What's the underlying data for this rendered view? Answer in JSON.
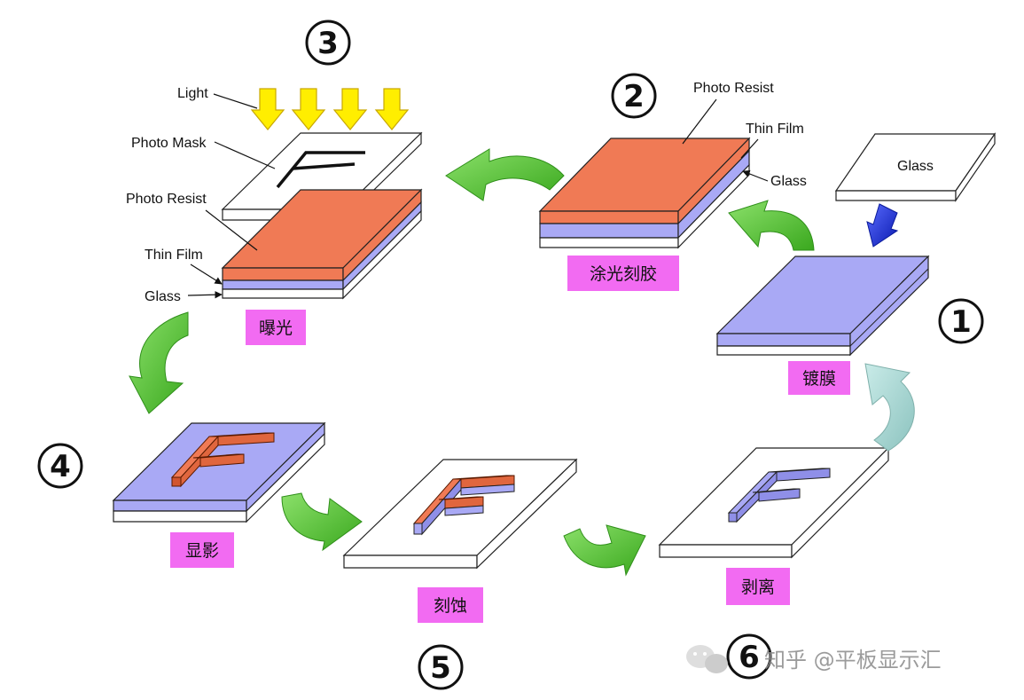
{
  "labels": {
    "glass": "Glass",
    "thin_film": "Thin Film",
    "photo_resist": "Photo Resist",
    "photo_mask": "Photo Mask",
    "light": "Light"
  },
  "steps": {
    "s1": {
      "num": "1",
      "name": "镀膜"
    },
    "s2": {
      "num": "2",
      "name": "涂光刻胶"
    },
    "s3": {
      "num": "3",
      "name": "曝光"
    },
    "s4": {
      "num": "4",
      "name": "显影"
    },
    "s5": {
      "num": "5",
      "name": "刻蚀"
    },
    "s6": {
      "num": "6",
      "name": "剥离"
    }
  },
  "watermark": "知乎 @平板显示汇",
  "colors": {
    "resist": "#f07a55",
    "film": "#a9a9f5",
    "glass": "#ffffff",
    "arrow_green": "#5cc63a",
    "arrow_pale": "#a8d4d0",
    "arrow_blue": "#1a2fd6",
    "light_yellow": "#ffee00",
    "step_label_bg": "#f26bf2"
  },
  "icons": [
    "light-arrow-icon",
    "curved-arrow-icon",
    "down-arrow-icon",
    "wechat-icon"
  ]
}
